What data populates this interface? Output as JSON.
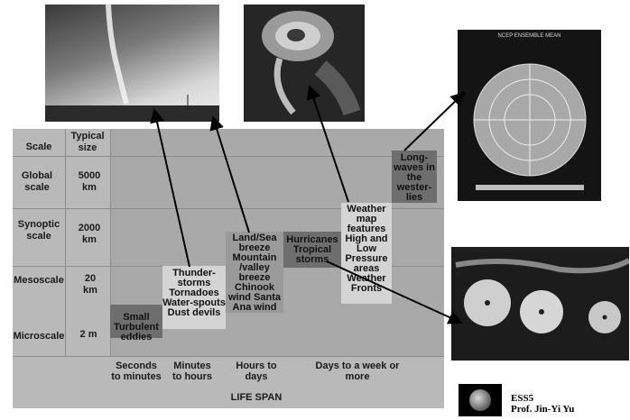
{
  "diagram": {
    "header_scale": "Scale",
    "header_size": "Typical size",
    "scales": [
      {
        "scale": "Global scale",
        "size": "5000 km"
      },
      {
        "scale": "Synoptic scale",
        "size": "2000 km"
      },
      {
        "scale": "Mesoscale",
        "size": "20 km"
      },
      {
        "scale": "Microscale",
        "size": "2 m"
      }
    ],
    "phenomena": [
      {
        "label": "Small Turbulent eddies"
      },
      {
        "label": "Thunder-storms Tornadoes Water-spouts Dust devils"
      },
      {
        "label": "Land/Sea breeze Mountain /valley breeze Chinook wind Santa Ana wind"
      },
      {
        "label": "Hurricanes Tropical storms"
      },
      {
        "label": "Weather map features High and Low Pressure areas Weather Fronts"
      },
      {
        "label": "Long-waves in the wester-lies"
      }
    ],
    "time_scales": [
      "Seconds to minutes",
      "Minutes to hours",
      "Hours to days",
      "Days to a week or more"
    ],
    "x_axis_label": "LIFE SPAN"
  },
  "photos": {
    "ensemble_map_title": "NCEP ENSEMBLE MEAN"
  },
  "footer": {
    "course": "ESS5",
    "author": "Prof. Jin-Yi Yu"
  },
  "colors": {
    "background": "#ffffff",
    "diagram_bg": "#b9b9b9",
    "dark_box": "#6e6e6e",
    "arrow": "#000000"
  }
}
